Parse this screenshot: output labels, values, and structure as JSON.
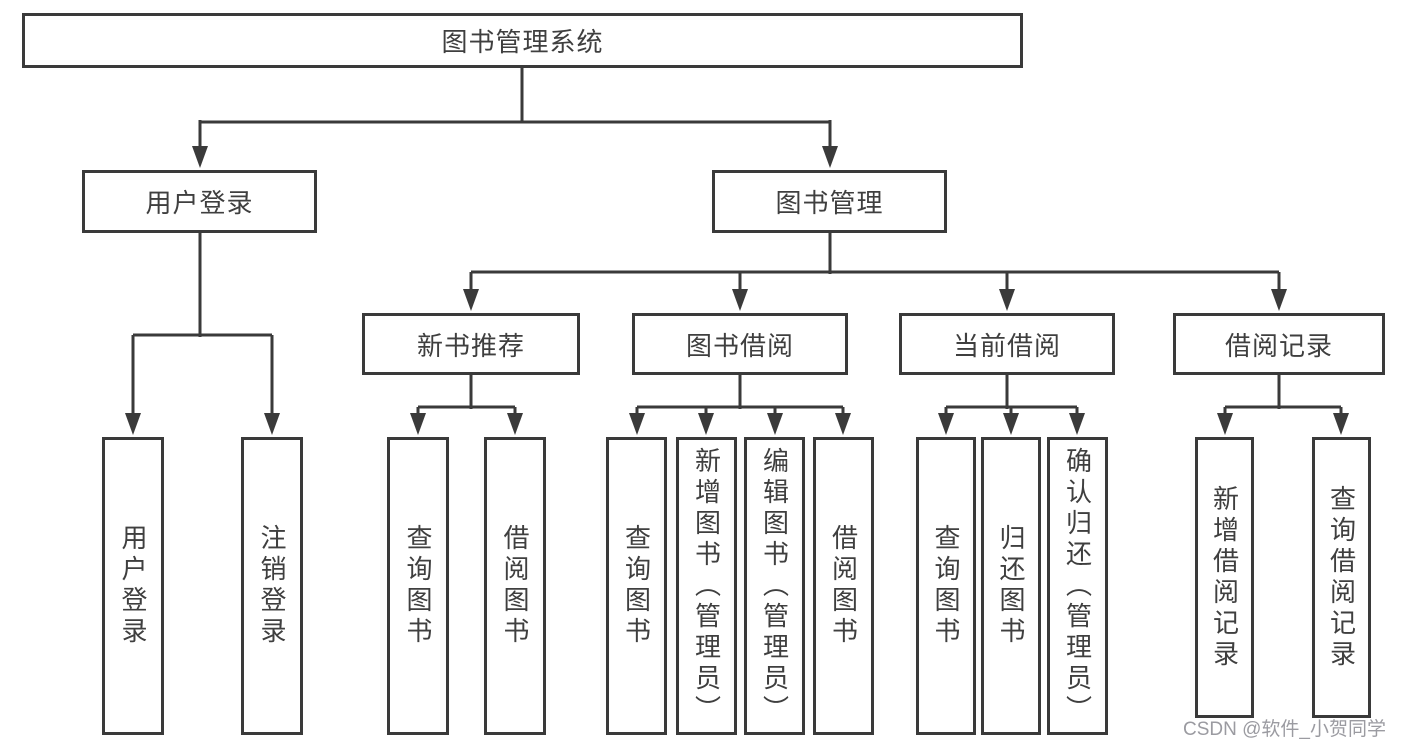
{
  "diagram": {
    "type": "tree",
    "tree": {
      "label": "图书管理系统",
      "children": [
        {
          "label": "用户登录",
          "children": [
            {
              "label": "用户登录"
            },
            {
              "label": "注销登录"
            }
          ]
        },
        {
          "label": "图书管理",
          "children": [
            {
              "label": "新书推荐",
              "children": [
                {
                  "label": "查询图书"
                },
                {
                  "label": "借阅图书"
                }
              ]
            },
            {
              "label": "图书借阅",
              "children": [
                {
                  "label": "查询图书"
                },
                {
                  "label": "新增图书（管理员）"
                },
                {
                  "label": "编辑图书（管理员）"
                },
                {
                  "label": "借阅图书"
                }
              ]
            },
            {
              "label": "当前借阅",
              "children": [
                {
                  "label": "查询图书"
                },
                {
                  "label": "归还图书"
                },
                {
                  "label": "确认归还（管理员）"
                }
              ]
            },
            {
              "label": "借阅记录",
              "children": [
                {
                  "label": "新增借阅记录"
                },
                {
                  "label": "查询借阅记录"
                }
              ]
            }
          ]
        }
      ]
    }
  },
  "watermark": "CSDN @软件_小贺同学",
  "colors": {
    "line": "#3a3a3a",
    "text": "#3f3f3f",
    "background": "#ffffff",
    "watermark": "#9b9ba1"
  }
}
